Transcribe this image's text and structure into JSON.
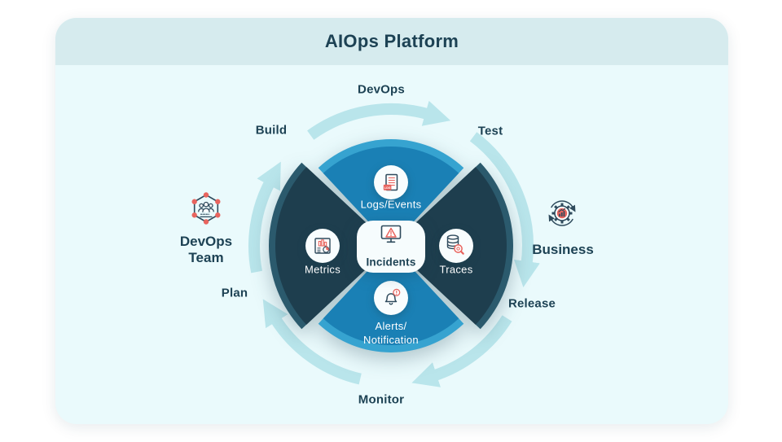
{
  "colors": {
    "card-bg": "#eafafc",
    "header-bg": "#d6ebee",
    "text-dark": "#1d4254",
    "wedge-bright": "#1a80b5",
    "wedge-bright-rim": "#36a3d0",
    "wedge-dark": "#1e3e4e",
    "wedge-dark-rim": "#2b5a6d",
    "arrow": "#b9e5eb",
    "accent": "#e8655f",
    "icon-stroke": "#2e4a5c"
  },
  "header": {
    "title": "AIOps Platform"
  },
  "cycle": {
    "devops": "DevOps",
    "build": "Build",
    "test": "Test",
    "release": "Release",
    "monitor": "Monitor",
    "plan": "Plan"
  },
  "actors": {
    "team_line1": "DevOps",
    "team_line2": "Team",
    "business": "Business"
  },
  "quadrants": {
    "top": "Logs/Events",
    "right": "Traces",
    "bottom_line1": "Alerts/",
    "bottom_line2": "Notification",
    "left": "Metrics"
  },
  "center": {
    "label": "Incidents"
  },
  "icons": {
    "center": "monitor-alert",
    "top": "log-document",
    "right": "database-search",
    "bottom": "bell-notification",
    "left": "report-chart",
    "team": "network-team-hexagon",
    "business": "gear-growth-chart",
    "log_badge": "LOG"
  }
}
